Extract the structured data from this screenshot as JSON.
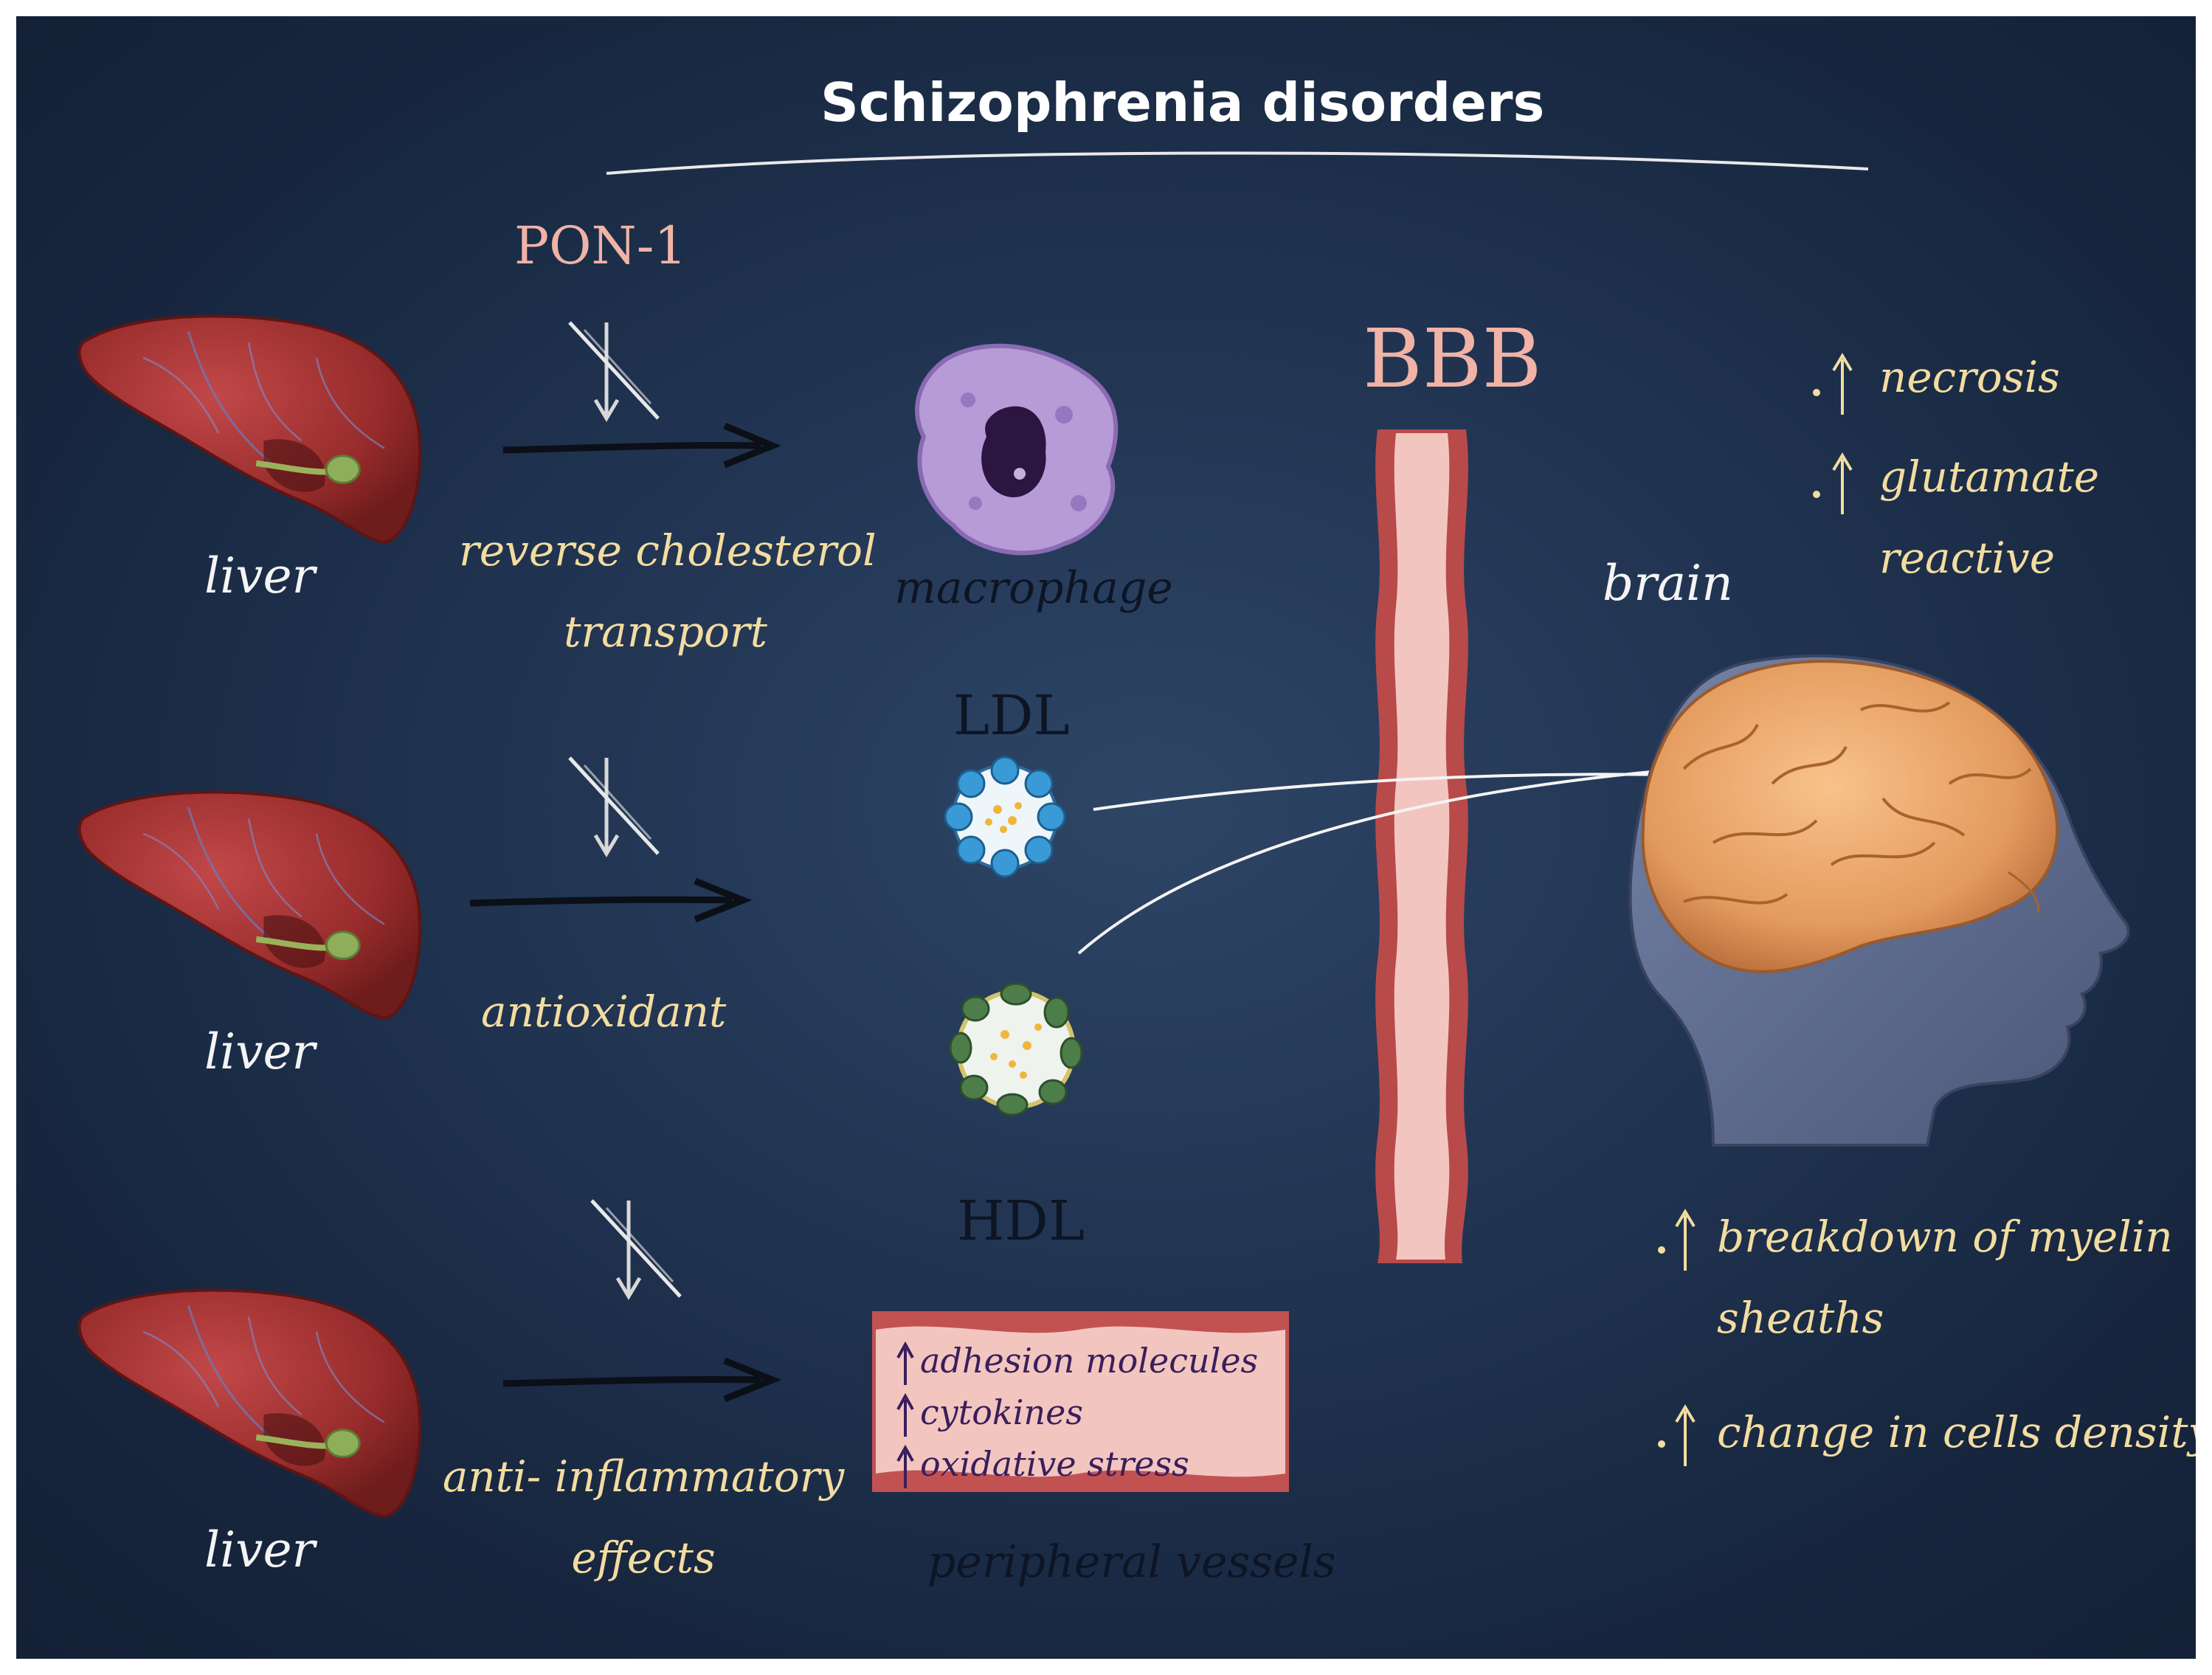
{
  "title": "Schizophrenia disorders",
  "enzyme": "PON-1",
  "barrier": "BBB",
  "organ_label": "liver",
  "pathways": [
    {
      "label_line1": "reverse cholesterol",
      "label_line2": "transport",
      "target": "macrophage"
    },
    {
      "label_line1": "antioxidant",
      "label_line2": "",
      "target": ""
    },
    {
      "label_line1": "anti- inflammatory",
      "label_line2": "effects",
      "target": "peripheral vessels"
    }
  ],
  "lipoproteins": {
    "ldl": "LDL",
    "hdl": "HDL"
  },
  "vessel_effects": [
    "adhesion molecules",
    "cytokines",
    "oxidative stress"
  ],
  "brain": {
    "label": "brain",
    "effects_top": [
      "necrosis",
      "glutamate",
      "reactive"
    ],
    "effects_bottom": [
      "breakdown of myelin",
      "sheaths",
      "change in cells density"
    ]
  },
  "colors": {
    "background": "#1f324f",
    "gold_text": "#f3dca0",
    "pink_text": "#f0b3a6",
    "liver": "#a83232",
    "vessel": "#e6a9a3",
    "brain": "#e9a56a",
    "head": "#5b6b90"
  },
  "icons": [
    "liver-icon",
    "inhibition-arrow-icon",
    "macrophage-icon",
    "ldl-particle-icon",
    "hdl-particle-icon",
    "blood-vessel-icon",
    "human-head-brain-icon",
    "up-arrow-icon"
  ]
}
